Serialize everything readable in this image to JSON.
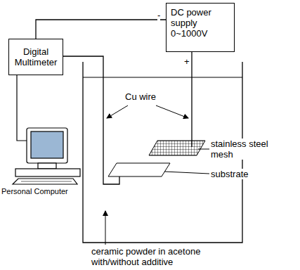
{
  "diagram": {
    "nodes": [
      {
        "text": [
          "Digital Multimeter"
        ]
      },
      {
        "text": [
          "DC power supply 0~1000V"
        ]
      }
    ],
    "edges": [
      {
        "from": 0,
        "to": 1,
        "arrow": "none"
      }
    ],
    "labels": [
      "-",
      "+",
      "Cu wire",
      "stainless steel mesh",
      "substrate",
      "Personal Computer",
      "ceramic powder in acetone with/without additive"
    ]
  }
}
